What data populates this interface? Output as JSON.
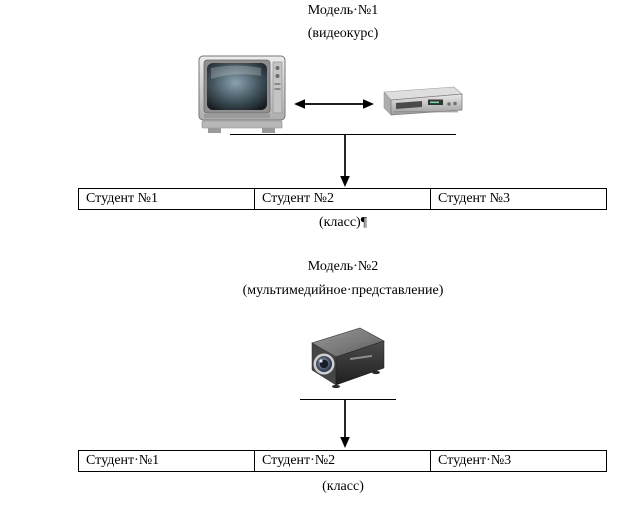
{
  "colors": {
    "background": "#ffffff",
    "text": "#000000",
    "line": "#000000"
  },
  "icons": {
    "model1": [
      "tv-icon",
      "double-arrow-icon",
      "vcr-icon",
      "down-arrow-icon"
    ],
    "model2": [
      "projector-icon",
      "down-arrow-icon"
    ]
  },
  "model1": {
    "title": "Модель·№1",
    "subtitle": "(видеокурс)",
    "students": [
      "Студент №1",
      "Студент №2",
      "Студент №3"
    ],
    "class_label": "(класс)¶"
  },
  "model2": {
    "title": "Модель·№2",
    "subtitle": "(мультимедийное·представление)",
    "students": [
      "Студент·№1",
      "Студент·№2",
      "Студент·№3"
    ],
    "class_label": "(класс)"
  }
}
